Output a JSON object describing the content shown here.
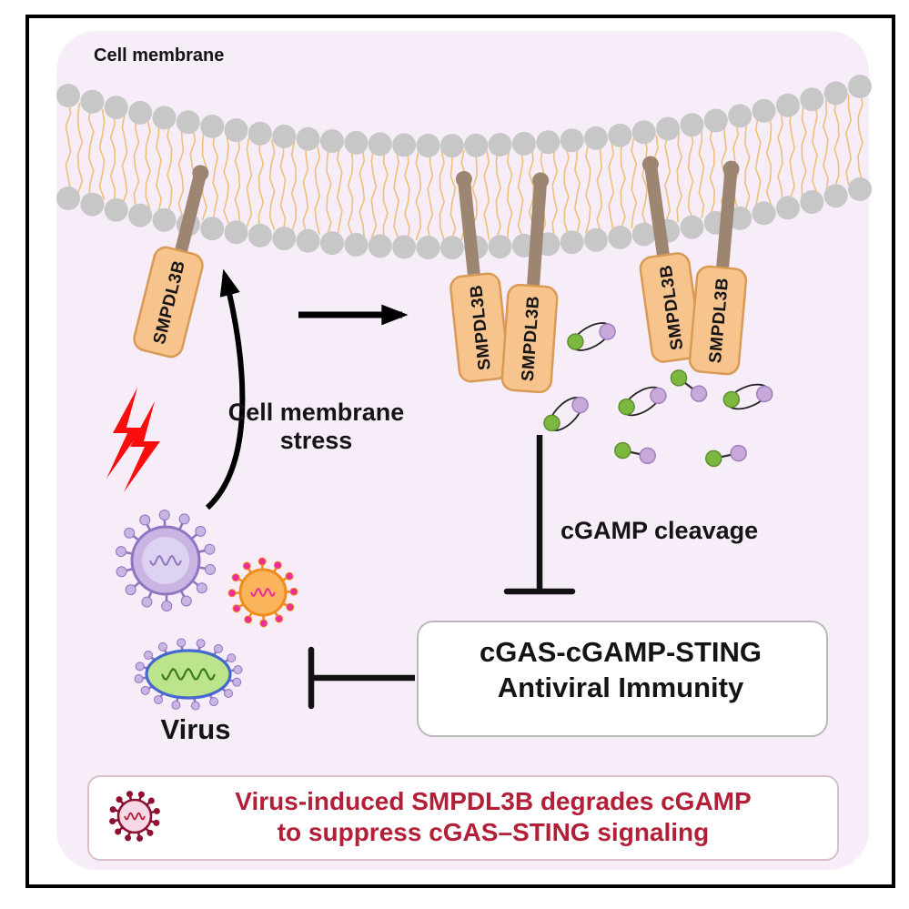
{
  "labels": {
    "cell_membrane": "Cell membrane",
    "protein": "SMPDL3B",
    "stress_line1": "Cell membrane",
    "stress_line2": "stress",
    "virus": "Virus",
    "cgamp_cleavage": "cGAMP cleavage",
    "pathway_line1": "cGAS-cGAMP-STING",
    "pathway_line2": "Antiviral Immunity",
    "caption_line1": "Virus-induced SMPDL3B degrades cGAMP",
    "caption_line2": "to suppress cGAS–STING signaling"
  },
  "colors": {
    "background": "#f6edf8",
    "frame": "#000000",
    "membrane_head": "#c7c7c7",
    "membrane_tail": "#eec07a",
    "protein_fill": "#f8c48d",
    "protein_stroke": "#d89a55",
    "stem": "#9c8672",
    "arrow": "#000000",
    "lightning": "#fb0d0d",
    "virus_purple_body": "#c9b4e4",
    "virus_purple_inner": "#ded2f2",
    "virus_purple_stroke": "#8f76c0",
    "virus_orange_body": "#f9b45c",
    "virus_orange_stroke": "#ef8d1c",
    "virus_orange_tip": "#ee2d9b",
    "virus_green_body": "#bce48c",
    "virus_green_stroke": "#4468cf",
    "virus_green_squiggle": "#3e7a1e",
    "cgamp_green": "#7cb840",
    "cgamp_green_stroke": "#5f8f2d",
    "cgamp_purple": "#c9a9da",
    "cgamp_purple_stroke": "#a080bb",
    "inhibition": "#111111",
    "box_border": "#b9b9b9",
    "caption_border": "#d8bfca",
    "caption_text": "#b41f38",
    "caption_virus": "#8e1131",
    "caption_virus_body": "#f6d8e6"
  },
  "icons": {
    "lightning-icon": "red zigzag lightning bolt",
    "virus-purple-icon": "round enveloped virus particle, purple, with spikes and RNA squiggle",
    "virus-orange-icon": "round virus particle, orange, magenta spike tips",
    "virus-green-icon": "capsule-shaped virus, green body, blue outline, purple spikes",
    "caption-virus-icon": "small dark-red virus particle",
    "cgamp-molecule": "cGAMP dinucleotide: green + purple circles, some in cyclic ring",
    "induction-arrow": "black right arrow",
    "stress-arrow": "black curved upward arrow",
    "inhibition-bar": "black T-bar (inhibition)"
  }
}
